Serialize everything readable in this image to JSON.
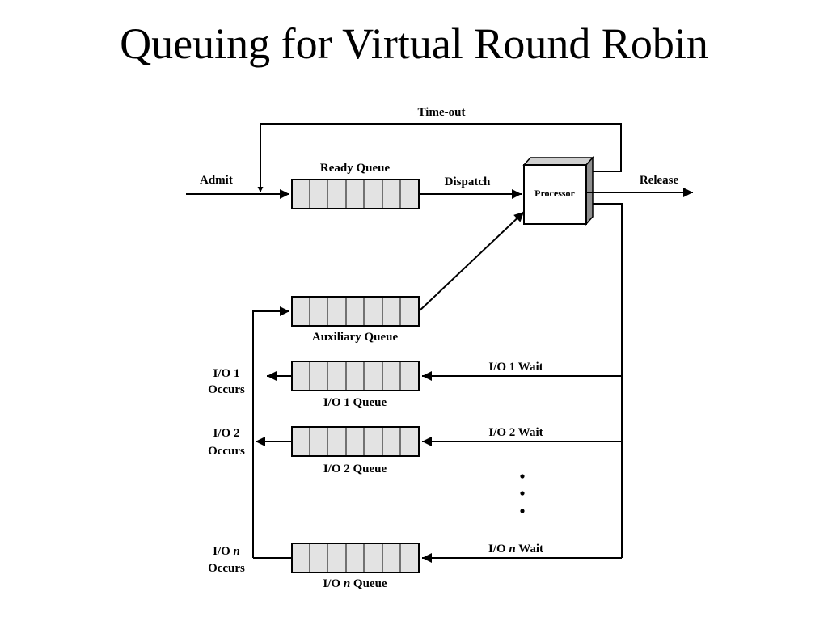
{
  "title": "Queuing for Virtual Round Robin",
  "labels": {
    "timeout": "Time-out",
    "admit": "Admit",
    "ready_queue": "Ready Queue",
    "dispatch": "Dispatch",
    "processor": "Processor",
    "release": "Release",
    "auxiliary_queue": "Auxiliary Queue",
    "io1_wait": "I/O 1 Wait",
    "io1_queue": "I/O 1 Queue",
    "io1_occurs_1": "I/O 1",
    "io1_occurs_2": "Occurs",
    "io2_wait": "I/O 2 Wait",
    "io2_queue": "I/O 2 Queue",
    "io2_occurs_1": "I/O 2",
    "io2_occurs_2": "Occurs",
    "ion_wait_pre": "I/O ",
    "ion_wait_n": "n",
    "ion_wait_post": " Wait",
    "ion_queue_pre": "I/O ",
    "ion_queue_n": "n",
    "ion_queue_post": " Queue",
    "ion_occurs_pre": "I/O ",
    "ion_occurs_n": "n",
    "ion_occurs_2": "Occurs"
  }
}
